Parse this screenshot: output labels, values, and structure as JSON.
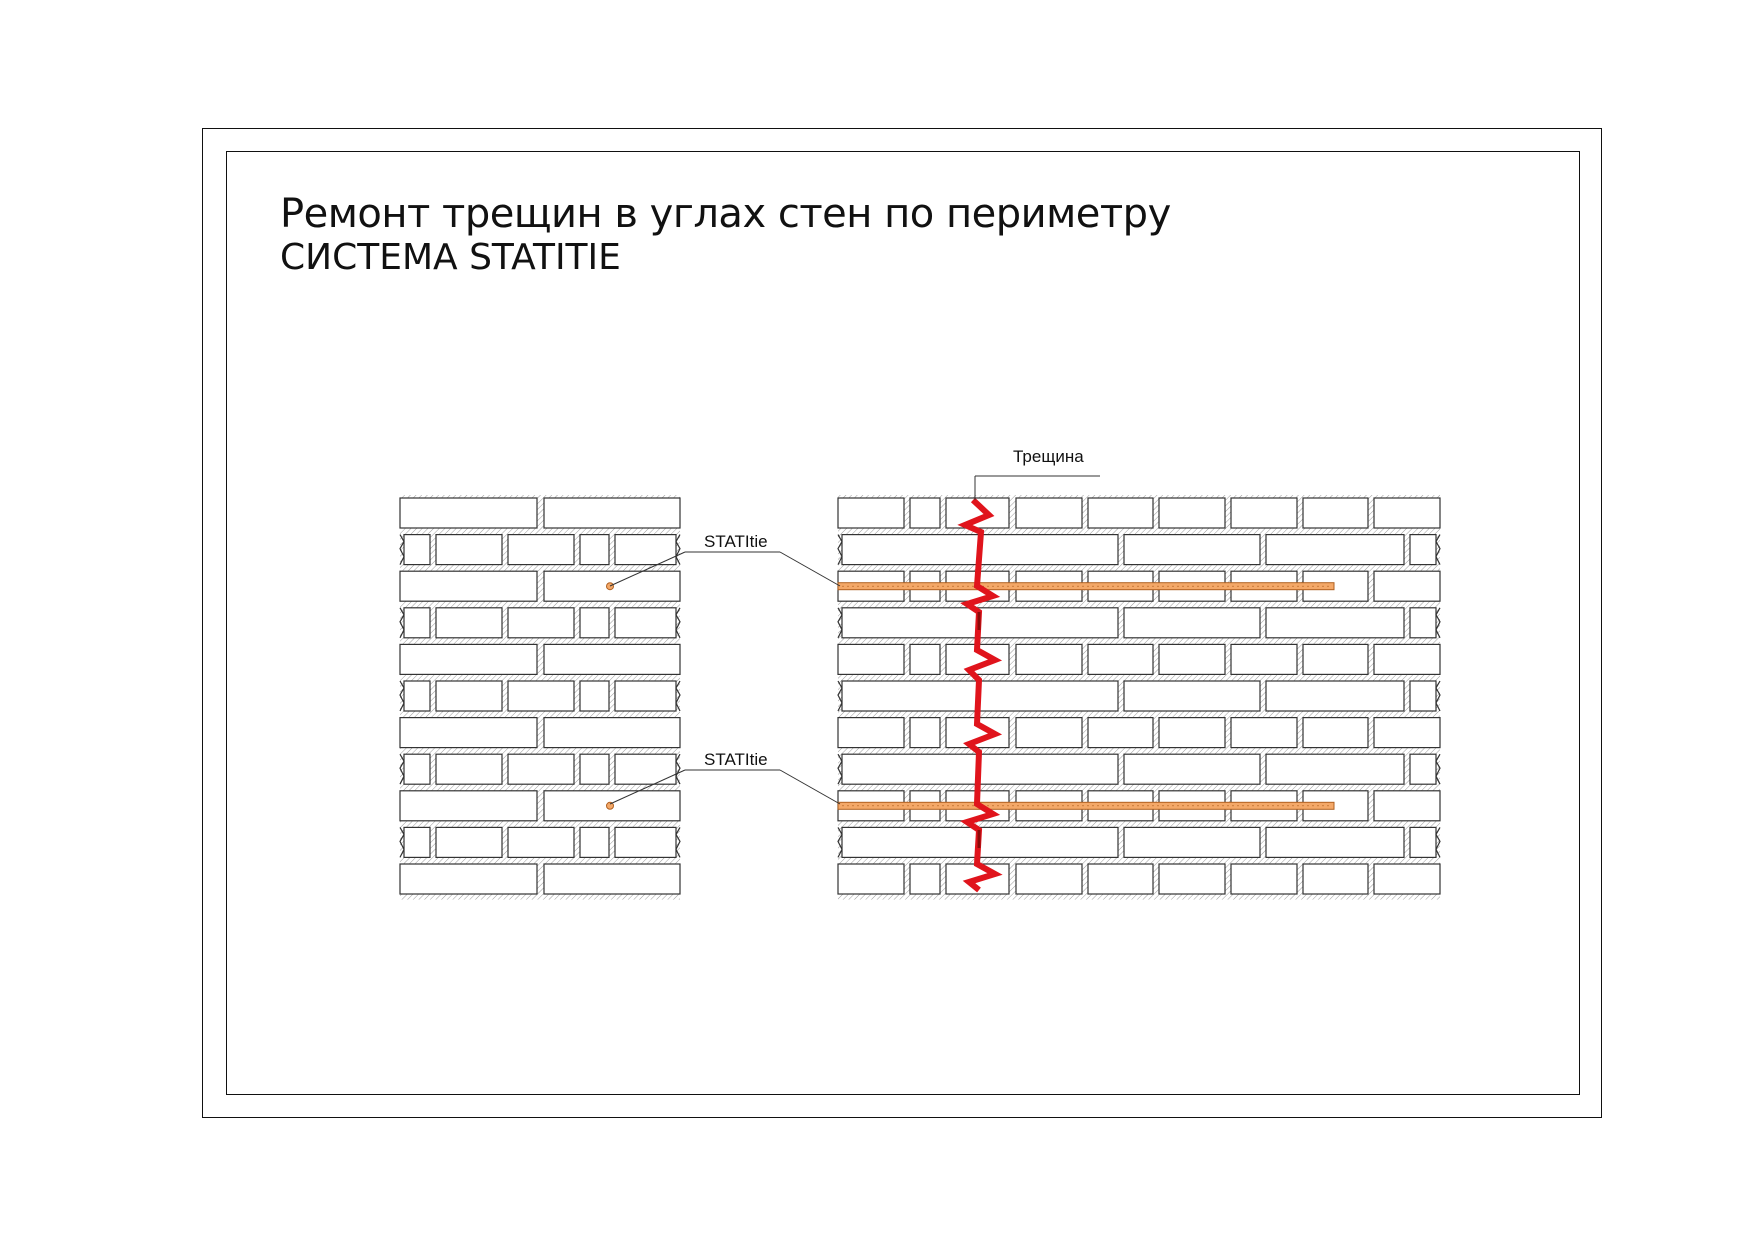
{
  "drawing": {
    "title": "Ремонт трещин в углах стен по периметру",
    "subtitle": "СИСТЕМА STATITIE"
  },
  "labels": {
    "crack": "Трещина",
    "tie_top": "STATItie",
    "tie_bottom": "STATItie"
  },
  "colors": {
    "crack": "#e0141c",
    "crack_dark": "#8b0a0a",
    "tie": "#f4a868",
    "tie_outline": "#b06020",
    "brick_outline": "#333333",
    "mortar_hatch": "#9a9a9a"
  }
}
